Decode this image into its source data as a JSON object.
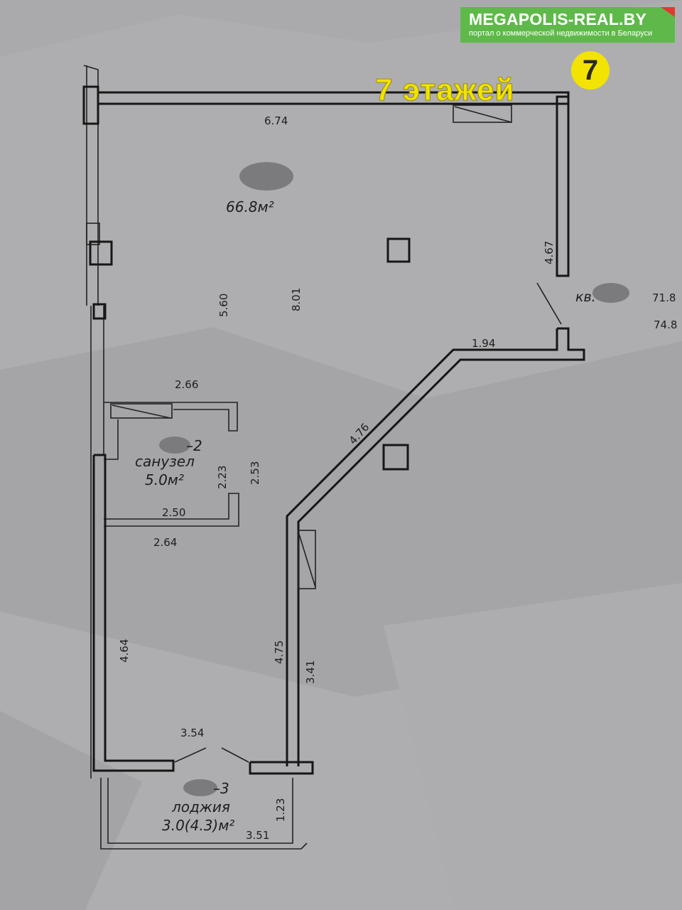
{
  "brand": {
    "name": "MEGAPOLIS-REAL.BY",
    "tagline": "портал о коммерческой недвижимости в Беларуси",
    "color": "#5fb94a",
    "corner_color": "#e03a2f"
  },
  "overlay": {
    "floors_text": "7 этажей",
    "badge_number": "7",
    "color": "#f2e400"
  },
  "plan": {
    "dimensions": {
      "top_wall": "6.74",
      "main_height_left": "5.60",
      "main_height_center": "8.01",
      "right_wall": "4.67",
      "entry_wall": "1.94",
      "diagonal_wall": "4.76",
      "bath_top": "2.66",
      "bath_height_inner": "2.23",
      "bath_height_outer": "2.53",
      "bath_bottom_inner": "2.50",
      "bath_bottom_outer": "2.64",
      "lower_left": "4.64",
      "lower_right_outer": "4.75",
      "lower_right_inner": "3.41",
      "loggia_opening": "3.54",
      "loggia_depth": "1.23",
      "loggia_width": "3.51"
    },
    "rooms": {
      "main_area": "66.8м²",
      "bath_number": "–2",
      "bath_name": "санузел",
      "bath_area": "5.0м²",
      "loggia_number": "–3",
      "loggia_name": "лоджия",
      "loggia_area": "3.0(4.3)м²"
    },
    "apartment": {
      "label": "кв.",
      "area_1": "71.8",
      "area_2": "74.8"
    }
  }
}
